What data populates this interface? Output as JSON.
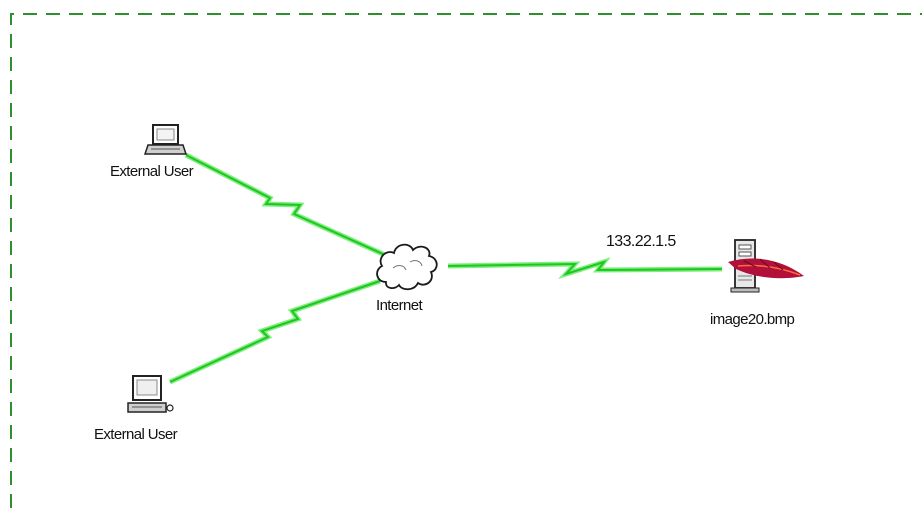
{
  "diagram": {
    "nodes": {
      "external_user_1": {
        "label": "External User",
        "icon": "laptop-icon"
      },
      "external_user_2": {
        "label": "External User",
        "icon": "workstation-icon"
      },
      "internet": {
        "label": "Internet",
        "icon": "cloud-icon"
      },
      "server": {
        "label": "image20.bmp",
        "icon": "server-icon",
        "address": "133.22.1.5"
      }
    },
    "links": [
      {
        "from": "external_user_1",
        "to": "internet",
        "type": "lightning"
      },
      {
        "from": "external_user_2",
        "to": "internet",
        "type": "lightning"
      },
      {
        "from": "internet",
        "to": "server",
        "type": "lightning"
      }
    ],
    "colors": {
      "link": "#2ecc2e",
      "link_light": "#7cf07c",
      "boundary": "#2f8f2f",
      "feather": "#b0103a"
    }
  }
}
